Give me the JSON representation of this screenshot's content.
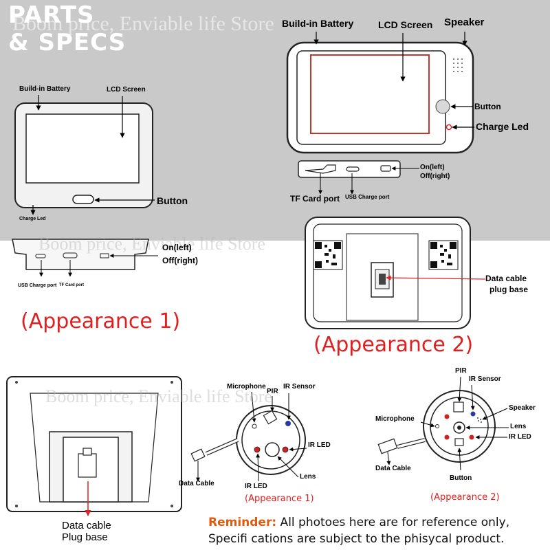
{
  "header": {
    "title_line1": "PARTS",
    "title_line2": "& SPECS",
    "watermark": "Boom price, Enviable life Store"
  },
  "front_view": {
    "battery": "Build-in Battery",
    "lcd": "LCD Screen",
    "button": "Button",
    "charge_led": "Charge Led"
  },
  "bottom_edge": {
    "usb": "USB Charge port",
    "tf": "TF Card port",
    "switch": "On(left)",
    "switch2": "Off(right)"
  },
  "appearance1_label": "(Appearance 1)",
  "front_view2": {
    "battery": "Build-in Battery",
    "lcd": "LCD Screen",
    "speaker": "Speaker",
    "button": "Button",
    "charge_led": "Charge Led"
  },
  "bottom_edge2": {
    "tf": "TF Card port",
    "usb": "USB Charge port",
    "switch": "On(left)",
    "switch2": "Off(right)"
  },
  "back_view2": {
    "data_cable": "Data cable",
    "plug_base": "plug base"
  },
  "appearance2_label": "(Appearance 2)",
  "back_view1": {
    "data_cable": "Data cable",
    "plug_base": "Plug base"
  },
  "camera1": {
    "pir": "PIR",
    "microphone": "Microphone",
    "ir_sensor": "IR Sensor",
    "ir_led": "IR LED",
    "ir_led2": "IR LED",
    "lens": "Lens",
    "data_cable": "Data Cable",
    "caption": "(Appearance 1)"
  },
  "camera2": {
    "pir": "PIR",
    "ir_sensor": "IR Sensor",
    "speaker": "Speaker",
    "microphone": "Microphone",
    "lens": "Lens",
    "ir_led": "IR LED",
    "data_cable": "Data Cable",
    "button": "Button",
    "caption": "(Appearance 2)"
  },
  "reminder": {
    "prefix": "Reminder:",
    "text": " All photoes here are for reference only, Specifi  cations are subject to the phisycal product."
  },
  "colors": {
    "accent_red": "#e02020",
    "reminder_orange": "#e05a10",
    "band_gray": "#c9c9c9"
  }
}
